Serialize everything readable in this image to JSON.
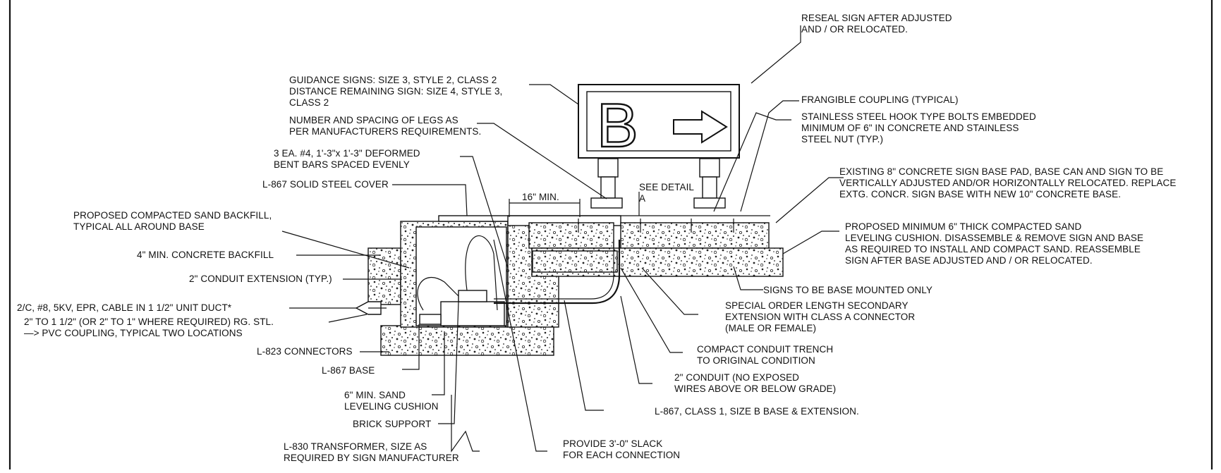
{
  "labels": {
    "reseal": [
      "RESEAL SIGN AFTER ADJUSTED",
      "AND / OR RELOCATED."
    ],
    "guidance": [
      "GUIDANCE SIGNS: SIZE 3, STYLE 2, CLASS 2",
      "DISTANCE REMAINING SIGN: SIZE 4, STYLE 3,",
      "CLASS 2"
    ],
    "legs": [
      "NUMBER AND SPACING OF LEGS AS",
      "PER MANUFACTURERS REQUIREMENTS."
    ],
    "bars": [
      "3 EA. #4, 1'-3\"x 1'-3\" DEFORMED",
      "BENT BARS SPACED EVENLY"
    ],
    "cover": "L-867 SOLID STEEL COVER",
    "sand_backfill": [
      "PROPOSED COMPACTED SAND BACKFILL,",
      "TYPICAL ALL AROUND BASE"
    ],
    "conc_backfill": "4\" MIN. CONCRETE BACKFILL",
    "conduit_ext": "2\" CONDUIT EXTENSION (TYP.)",
    "cable": "2/C, #8, 5KV, EPR, CABLE IN 1 1/2\" UNIT DUCT*",
    "coupling": [
      "2\" TO 1 1/2\" (OR 2\" TO 1\" WHERE REQUIRED) RG. STL.",
      "—> PVC COUPLING, TYPICAL TWO LOCATIONS"
    ],
    "l823": "L-823 CONNECTORS",
    "l867base": "L-867 BASE",
    "sand_cushion": [
      "6\" MIN. SAND",
      "LEVELING CUSHION"
    ],
    "brick": "BRICK SUPPORT",
    "l830": [
      "L-830 TRANSFORMER, SIZE AS",
      "REQUIRED BY SIGN MANUFACTURER"
    ],
    "slack": [
      "PROVIDE 3'-0\" SLACK",
      "FOR EACH CONNECTION"
    ],
    "l867class": "L-867, CLASS 1, SIZE B BASE & EXTENSION.",
    "conduit2": [
      "2\" CONDUIT  (NO EXPOSED",
      "WIRES ABOVE OR BELOW GRADE)"
    ],
    "trench": [
      "COMPACT CONDUIT TRENCH",
      "TO ORIGINAL CONDITION"
    ],
    "secondary": [
      "SPECIAL ORDER LENGTH SECONDARY",
      "EXTENSION WITH CLASS A CONNECTOR",
      "(MALE OR FEMALE)"
    ],
    "base_mounted": "SIGNS TO BE BASE MOUNTED ONLY",
    "leveling": [
      "PROPOSED MINIMUM 6\" THICK COMPACTED SAND",
      "LEVELING CUSHION. DISASSEMBLE & REMOVE SIGN AND BASE",
      "AS REQUIRED TO INSTALL AND COMPACT SAND. REASSEMBLE",
      "SIGN AFTER BASE ADJUSTED AND / OR RELOCATED."
    ],
    "existing": [
      "EXISTING 8\" CONCRETE SIGN BASE PAD, BASE CAN AND SIGN TO BE",
      "VERTICALLY ADJUSTED AND/OR HORIZONTALLY RELOCATED. REPLACE",
      "EXTG. CONCR. SIGN BASE WITH NEW 10\" CONCRETE BASE."
    ],
    "stainless": [
      "STAINLESS STEEL HOOK TYPE BOLTS EMBEDDED",
      "MINIMUM OF 6\" IN CONCRETE AND STAINLESS",
      "STEEL NUT (TYP.)"
    ],
    "frangible": "FRANGIBLE COUPLING (TYPICAL)",
    "see_detail": [
      "SEE DETAIL",
      "A"
    ],
    "dim_16": "16\" MIN."
  },
  "sign": {
    "letter": "B"
  }
}
